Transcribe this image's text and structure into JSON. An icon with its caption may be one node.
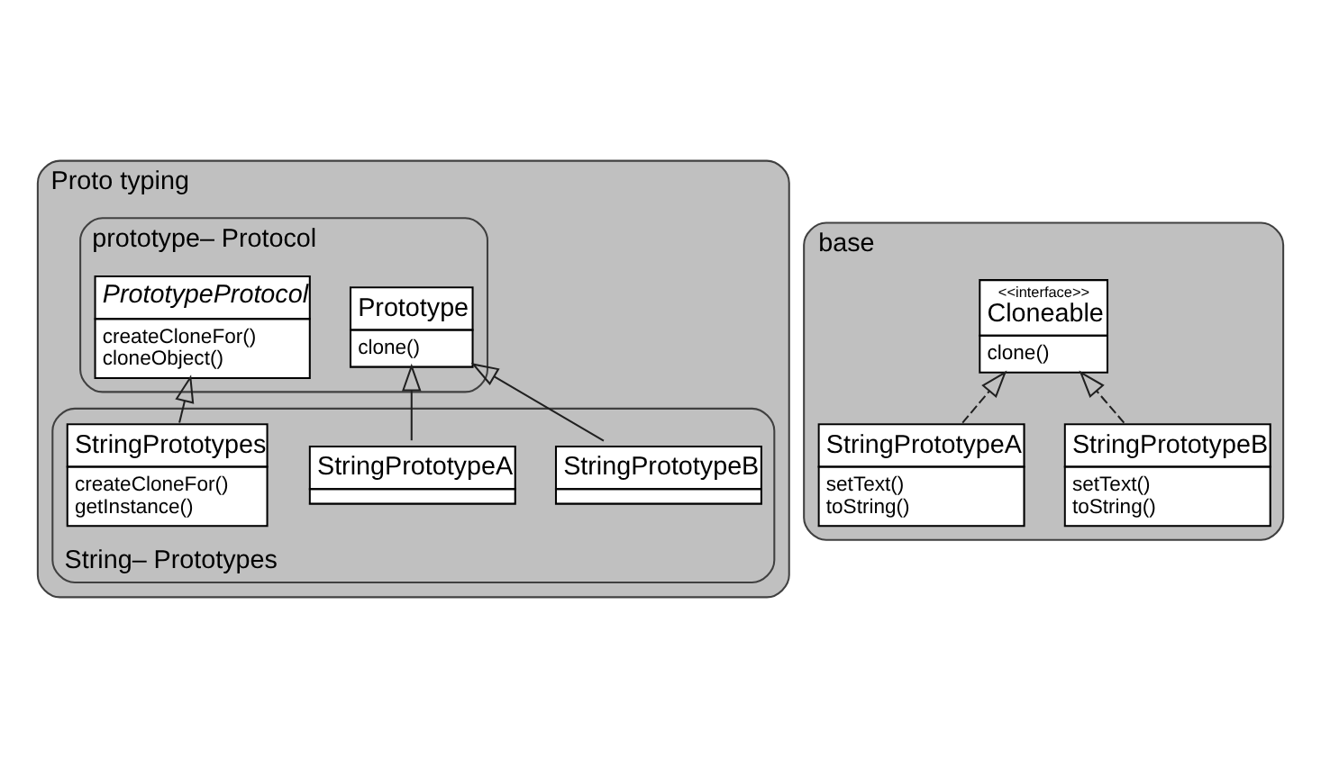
{
  "diagram": {
    "nodes": [
      {
        "text": [
          "Proto typing"
        ]
      },
      {
        "text": [
          "prototype– Protocol"
        ],
        "in": 0
      },
      {
        "text": [
          "PrototypeProtocol",
          "createCloneFor()",
          "cloneObject()"
        ],
        "in": 1
      },
      {
        "text": [
          "Prototype",
          "clone()"
        ],
        "in": 1
      },
      {
        "text": [
          "String– Prototypes"
        ],
        "in": 0
      },
      {
        "text": [
          "StringPrototypes",
          "createCloneFor()",
          "getInstance()"
        ],
        "in": 4
      },
      {
        "text": [
          "StringPrototypeA"
        ],
        "in": 4
      },
      {
        "text": [
          "StringPrototypeB"
        ],
        "in": 4
      },
      {
        "text": [
          "base"
        ]
      },
      {
        "text": [
          "<<interface>>",
          "Cloneable",
          "clone()"
        ],
        "in": 8
      },
      {
        "text": [
          "StringPrototypeA",
          "setText()",
          "toString()"
        ],
        "in": 8
      },
      {
        "text": [
          "StringPrototypeB",
          "setText()",
          "toString()"
        ],
        "in": 8
      }
    ],
    "edges": [
      {
        "from": 5,
        "to": 2,
        "arrow": "to"
      },
      {
        "from": 6,
        "to": 3,
        "arrow": "to"
      },
      {
        "from": 7,
        "to": 3,
        "arrow": "to"
      },
      {
        "from": 10,
        "to": 9,
        "arrow": "to",
        "style": "dashed"
      },
      {
        "from": 11,
        "to": 9,
        "arrow": "to",
        "style": "dashed"
      }
    ]
  }
}
